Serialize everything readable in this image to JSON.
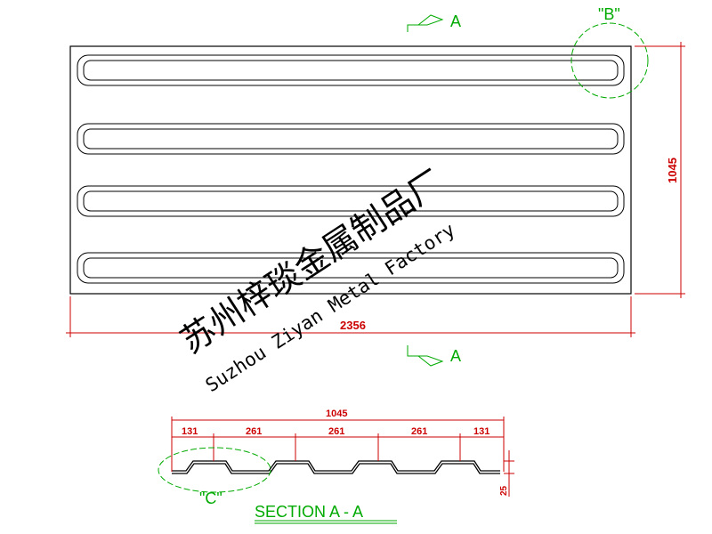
{
  "plan_view": {
    "length_label": "2356",
    "width_label": "1045",
    "detail_b_label": "\"B\"",
    "section_mark_label": "A"
  },
  "section_view": {
    "title": "SECTION A - A",
    "overall_width_label": "1045",
    "segment_labels": [
      "131",
      "261",
      "261",
      "261",
      "131"
    ],
    "height_label": "25",
    "detail_c_label": "\"C\""
  },
  "watermark": {
    "chinese": "苏州梓琰金属制品厂",
    "english": "Suzhou Ziyan Metal Factory"
  },
  "colors": {
    "outline": "#000000",
    "dimension": "#cc0000",
    "annotation": "#00aa00"
  }
}
